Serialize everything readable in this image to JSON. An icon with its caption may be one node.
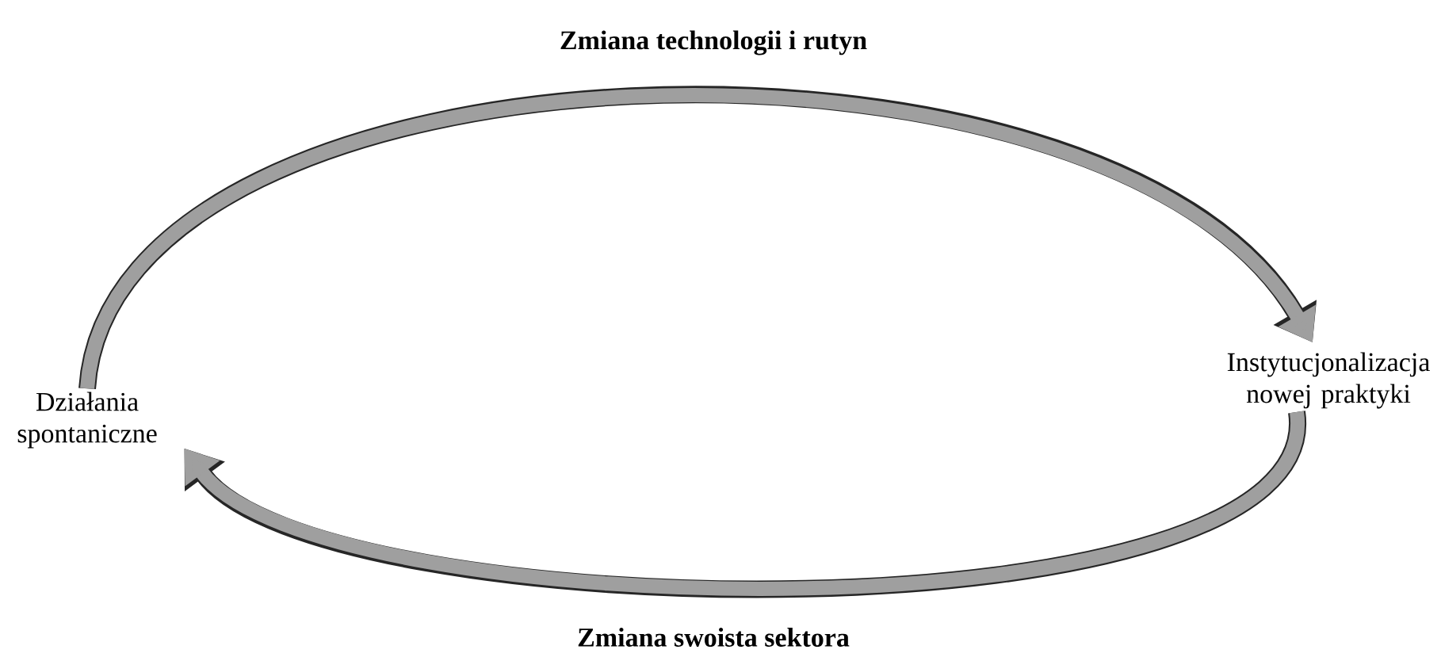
{
  "diagram": {
    "nodes": [
      {
        "text": [
          "Działania spontaniczne"
        ]
      },
      {
        "text": [
          "Instytucjonalizacja nowej praktyki"
        ]
      }
    ],
    "edges": [
      {
        "from": 0,
        "to": 1,
        "arrow": "to",
        "label": "Zmiana technologii i rutyn"
      },
      {
        "from": 1,
        "to": 0,
        "arrow": "to",
        "label": "Zmiana swoista sektora"
      }
    ]
  }
}
